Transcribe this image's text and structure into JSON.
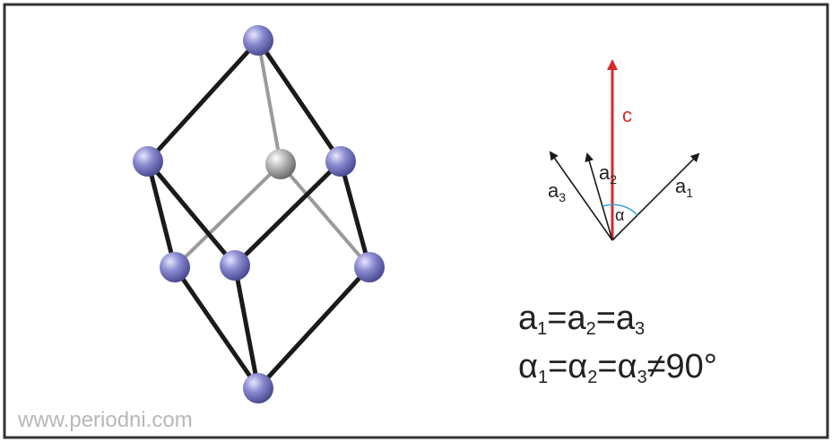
{
  "diagram": {
    "axes": {
      "c_label": "c",
      "a1_label": "a",
      "a1_sub": "1",
      "a2_label": "a",
      "a2_sub": "2",
      "a3_label": "a",
      "a3_sub": "3",
      "alpha_label": "α"
    },
    "equations": {
      "line1": {
        "a": "a",
        "s1": "1",
        "eq1": "=a",
        "s2": "2",
        "eq2": "=a",
        "s3": "3"
      },
      "line2": {
        "a": "α",
        "s1": "1",
        "eq1": "=α",
        "s2": "2",
        "eq2": "=α",
        "s3": "3",
        "tail": "≠90°"
      }
    },
    "watermark": "www.periodni.com",
    "colors": {
      "atom": "#7f7fc0",
      "center_atom": "#a8a8a8",
      "edge": "#1a1a1a",
      "inner_edge": "#9a9a9a",
      "c_axis": "#d42a2a",
      "arc": "#3aa0d8"
    }
  }
}
